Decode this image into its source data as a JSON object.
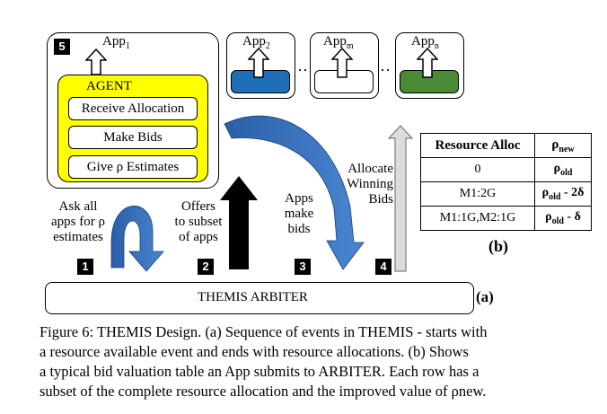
{
  "apps": {
    "app1_label": "App",
    "app1_sub": "1",
    "app2_label": "App",
    "app2_sub": "2",
    "appm_label": "App",
    "appm_sub": "m",
    "appn_label": "App",
    "appn_sub": "n",
    "ellipsis": "··",
    "colors": {
      "app2": "#1f6fb8",
      "appm": "#ffffff",
      "appn": "#4a8a34"
    }
  },
  "agent": {
    "title": "AGENT",
    "items": [
      "Receive Allocation",
      "Make Bids",
      "Give ρ Estimates"
    ],
    "color": "#ffff00"
  },
  "steps": {
    "n1": "1",
    "n2": "2",
    "n3": "3",
    "n4": "4",
    "n5": "5",
    "s1_lines": [
      "Ask all",
      "apps for ρ",
      "estimates"
    ],
    "s2_lines": [
      "Offers",
      "to subset",
      "of apps"
    ],
    "s3_lines": [
      "Apps",
      "make",
      "bids"
    ],
    "s4_lines": [
      "Allocate",
      "Winning",
      "Bids"
    ]
  },
  "arbiter": {
    "label": "THEMIS ARBITER",
    "panel_label": "(a)"
  },
  "table": {
    "header_col1": "Resource Alloc",
    "header_col2_main": "ρ",
    "header_col2_sub": "new",
    "rows": [
      {
        "alloc": "0",
        "rho_main": "ρ",
        "rho_sub": "old",
        "rho_suffix": ""
      },
      {
        "alloc": "M1:2G",
        "rho_main": "ρ",
        "rho_sub": "old",
        "rho_suffix": " - 2δ"
      },
      {
        "alloc": "M1:1G,M2:1G",
        "rho_main": "ρ",
        "rho_sub": "old",
        "rho_suffix": " - δ"
      }
    ],
    "panel_label": "(b)"
  },
  "caption": {
    "lines": [
      "Figure 6: THEMIS Design. (a) Sequence of events in THEMIS - starts with",
      "a resource available event and ends with resource allocations. (b) Shows",
      "a typical bid valuation table an App submits to ARBITER. Each row has a",
      "subset of the complete resource allocation and the improved value of ρnew."
    ]
  }
}
